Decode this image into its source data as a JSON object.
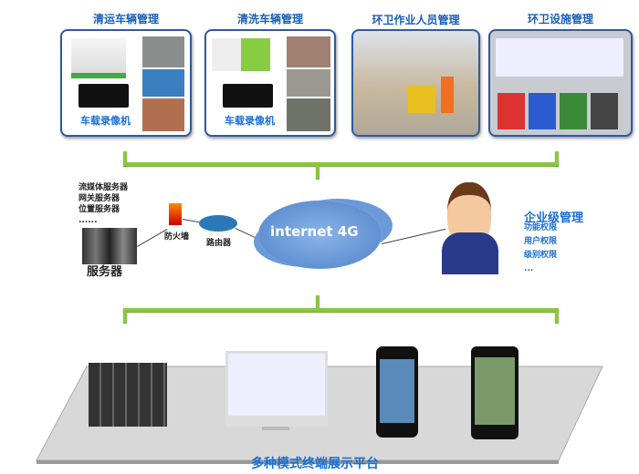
{
  "panels": [
    {
      "title": "清运车辆管理",
      "caption": "车载录像机"
    },
    {
      "title": "清洗车辆管理",
      "caption": "车载录像机"
    },
    {
      "title": "环卫作业人员管理"
    },
    {
      "title": "环卫设施管理"
    }
  ],
  "servers": {
    "items": [
      "流媒体服务器",
      "网关服务器",
      "位置服务器",
      "......"
    ],
    "label": "服务器"
  },
  "firewall": "防火墙",
  "router": "路由器",
  "cloud": "internet 4G",
  "enterprise": {
    "title": "企业级管理",
    "items": [
      "功能权限",
      "用户权限",
      "级别权限",
      "..."
    ]
  },
  "platform": "多种模式终端展示平台",
  "colors": {
    "accent": "#1a6fd4",
    "connector": "#8cc63f",
    "cloud": "#5d8fd0"
  }
}
